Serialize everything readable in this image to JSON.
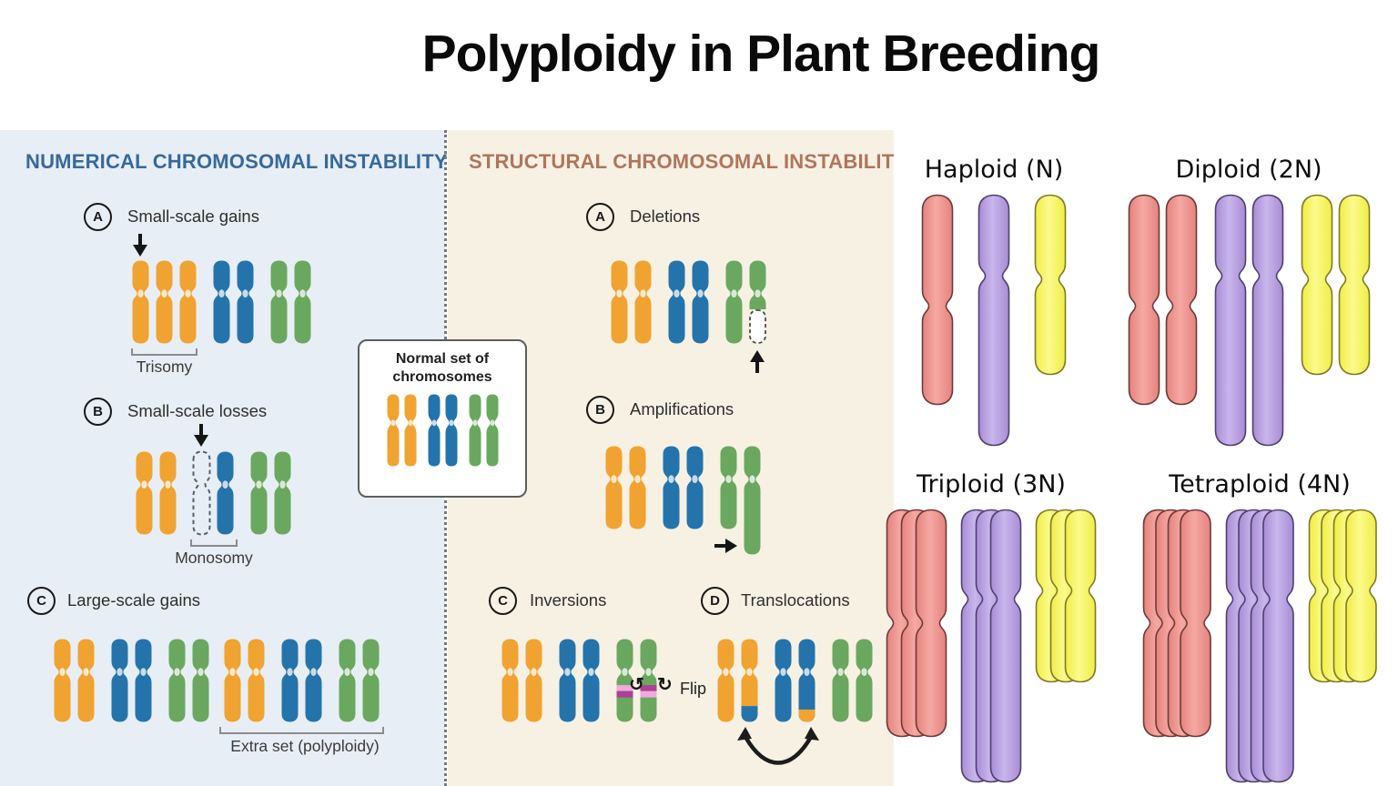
{
  "title": "Polyploidy in Plant Breeding",
  "colors": {
    "panel_left_bg": "#e8eef5",
    "panel_mid_bg": "#f7f1e4",
    "heading_left": "#36699b",
    "heading_mid": "#b0755b",
    "orange": "#f0a330",
    "blue": "#2474ab",
    "green": "#6aa85f",
    "band_light": "#f2a9dc",
    "band_dark": "#b03f98",
    "pink_fill_edge": "#e4837e",
    "pink_fill_mid": "#f6a8a2",
    "pink_stroke": "#6d3a3a",
    "purple_fill_edge": "#a78cd4",
    "purple_fill_mid": "#c9b6ec",
    "purple_stroke": "#4f4070",
    "yellow_fill_edge": "#f0ed45",
    "yellow_fill_mid": "#fcfa8d",
    "yellow_stroke": "#7e7a26"
  },
  "left_panel": {
    "heading": "NUMERICAL CHROMOSOMAL INSTABILITY",
    "sections": [
      {
        "badge": "A",
        "label": "Small-scale gains",
        "caption": "Trisomy"
      },
      {
        "badge": "B",
        "label": "Small-scale losses",
        "caption": "Monosomy"
      },
      {
        "badge": "C",
        "label": "Large-scale gains",
        "caption": "Extra set (polyploidy)"
      }
    ]
  },
  "center_box": {
    "title": "Normal set of chromosomes"
  },
  "mid_panel": {
    "heading": "STRUCTURAL CHROMOSOMAL INSTABILITY",
    "sections": [
      {
        "badge": "A",
        "label": "Deletions"
      },
      {
        "badge": "B",
        "label": "Amplifications"
      },
      {
        "badge": "C",
        "label": "Inversions",
        "annotation": "Flip"
      },
      {
        "badge": "D",
        "label": "Translocations"
      }
    ]
  },
  "figures": {
    "trisomy_row": [
      "orange",
      "orange",
      "orange",
      "blue",
      "blue",
      "green",
      "green"
    ],
    "monosomy_row": [
      "orange",
      "orange",
      "ghost",
      "blue",
      "green",
      "green"
    ],
    "normal_row": [
      "orange",
      "orange",
      "blue",
      "blue",
      "green",
      "green"
    ],
    "polyploidy_row_1": [
      "orange",
      "orange",
      "blue",
      "blue",
      "green",
      "green"
    ],
    "polyploidy_row_2": [
      "orange",
      "orange",
      "blue",
      "blue",
      "green",
      "green"
    ],
    "deletions_row": [
      "orange",
      "orange",
      "blue",
      "blue",
      "green",
      "green_deleted"
    ],
    "amplifications_row": [
      "orange",
      "orange",
      "blue",
      "blue",
      "green",
      "green_amplified"
    ],
    "inversions_row": [
      "orange",
      "orange",
      "blue",
      "blue",
      "green_band",
      "green_band_flipped"
    ],
    "translocations_row": [
      "orange",
      "orange_blue_tip",
      "blue",
      "blue_orange_tip",
      "green",
      "green"
    ]
  },
  "ploidy": {
    "groups": [
      {
        "label": "Haploid (N)",
        "sets": 1
      },
      {
        "label": "Diploid (2N)",
        "sets": 2
      },
      {
        "label": "Triploid (3N)",
        "sets": 3
      },
      {
        "label": "Tetraploid (4N)",
        "sets": 4
      }
    ],
    "chromosome_colors": [
      "pink",
      "purple",
      "yellow"
    ]
  }
}
